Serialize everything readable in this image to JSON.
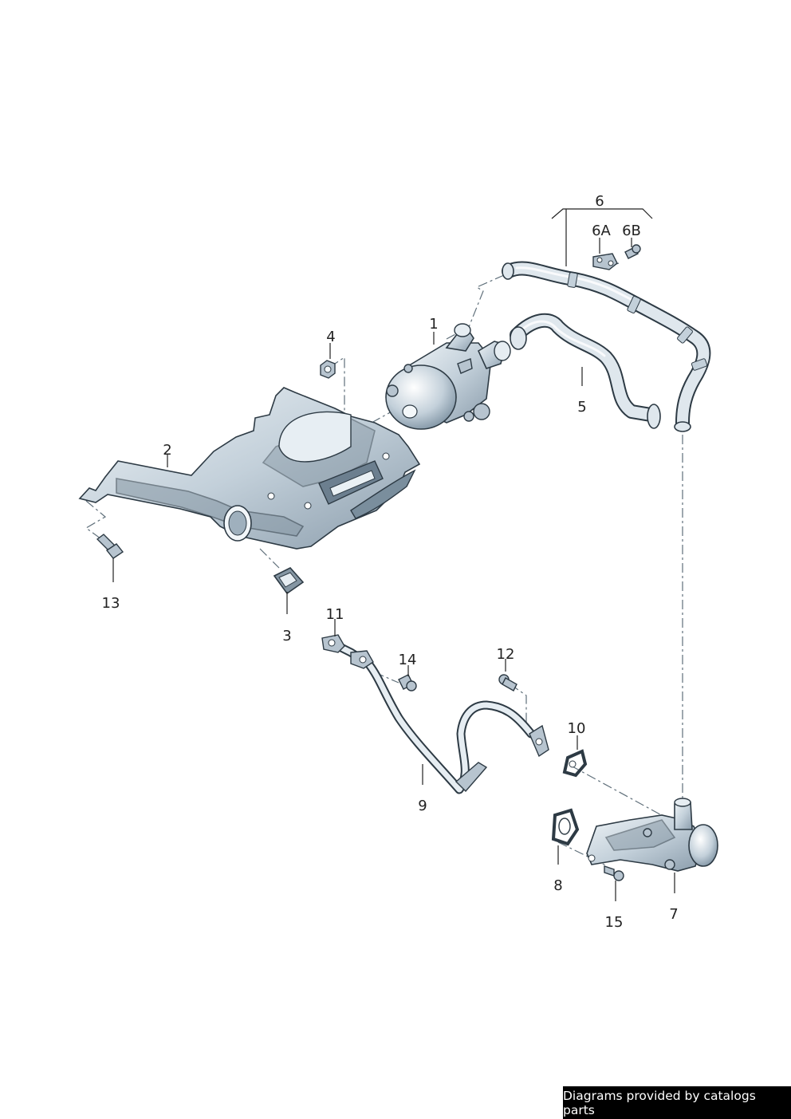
{
  "callouts": {
    "c1": "1",
    "c2": "2",
    "c3": "3",
    "c4": "4",
    "c5": "5",
    "c6": "6",
    "c6a": "6A",
    "c6b": "6B",
    "c7": "7",
    "c8": "8",
    "c9": "9",
    "c10": "10",
    "c11": "11",
    "c12": "12",
    "c13": "13",
    "c14": "14",
    "c15": "15"
  },
  "footer": {
    "text": "Diagrams provided by catalogs parts"
  },
  "colors": {
    "line": "#2d3a44",
    "metal": "#c9d5de",
    "background": "#ffffff",
    "badge_bg": "#000000",
    "badge_text": "#ffffff"
  }
}
